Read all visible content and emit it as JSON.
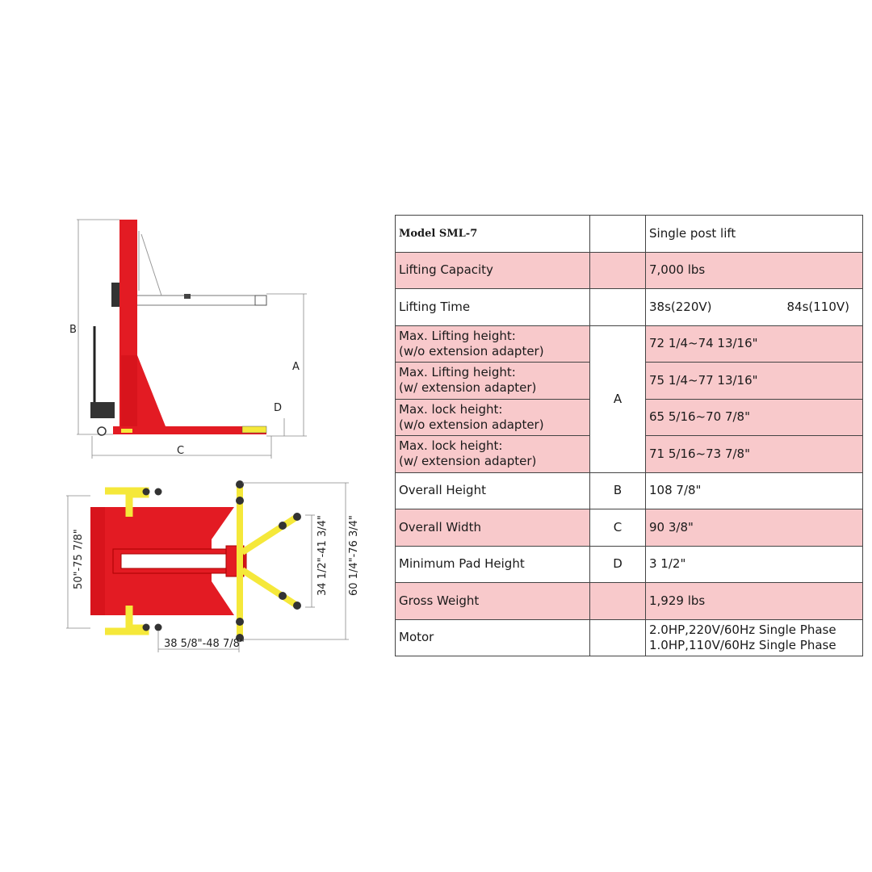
{
  "dims": {
    "A": "A",
    "B": "B",
    "C": "C",
    "D": "D",
    "width_range": "50\"-75 7/8\"",
    "arm_range": "34 1/2\"-41 3/4\"",
    "outer_range": "60 1/4\"-76 3/4\"",
    "bottom_range": "38 5/8\"-48 7/8\""
  },
  "colors": {
    "frame_red": "#e31b23",
    "arm_yellow": "#f5e83a",
    "row_shade": "#f8c9cb"
  },
  "table": {
    "model": "Model SML-7",
    "model_value": "Single post lift",
    "rows": [
      {
        "label": "Lifting Capacity",
        "code": "",
        "value": "7,000 lbs"
      },
      {
        "label": "Lifting Time",
        "code": "",
        "value_a": "38s(220V)",
        "value_b": "84s(110V)"
      },
      {
        "label_1": "Max. Lifting height:",
        "label_2": "(w/o extension adapter)",
        "value": "72 1/4~74 13/16\""
      },
      {
        "label_1": "Max. Lifting height:",
        "label_2": "(w/ extension adapter)",
        "value": "75 1/4~77 13/16\""
      },
      {
        "label_1": "Max. lock height:",
        "label_2": "(w/o extension adapter)",
        "value": "65 5/16~70 7/8\""
      },
      {
        "label_1": "Max. lock height:",
        "label_2": "(w/ extension adapter)",
        "value": "71 5/16~73 7/8\""
      },
      {
        "label": "Overall Height",
        "code": "B",
        "value": "108 7/8\""
      },
      {
        "label": "Overall Width",
        "code": "C",
        "value": "90 3/8\""
      },
      {
        "label": "Minimum Pad Height",
        "code": "D",
        "value": "3 1/2\""
      },
      {
        "label": "Gross Weight",
        "code": "",
        "value": "1,929 lbs"
      },
      {
        "label": "Motor",
        "code": "",
        "value_1": "2.0HP,220V/60Hz Single Phase",
        "value_2": "1.0HP,110V/60Hz Single Phase"
      }
    ],
    "group_code": "A"
  }
}
